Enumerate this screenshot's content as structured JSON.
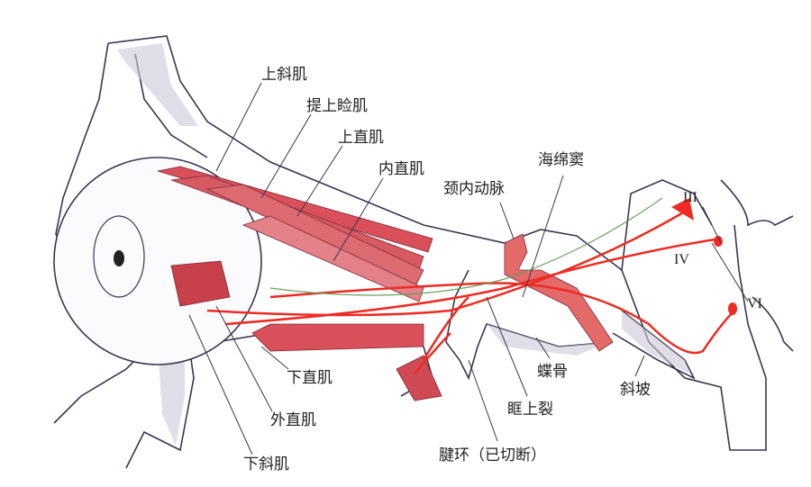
{
  "labels": {
    "superior_oblique": "上斜肌",
    "levator": "提上睑肌",
    "superior_rectus": "上直肌",
    "medial_rectus": "内直肌",
    "internal_carotid": "颈内动脉",
    "cavernous_sinus": "海绵窦",
    "nerve_iii": "III",
    "nerve_iv": "IV",
    "nerve_vi": "VI",
    "sphenoid": "蝶骨",
    "clivus": "斜坡",
    "superior_orbital_fissure": "眶上裂",
    "tendinous_ring": "腱环（已切断）",
    "inferior_rectus": "下直肌",
    "lateral_rectus": "外直肌",
    "inferior_oblique": "下斜肌"
  },
  "colors": {
    "muscle": "#d9505a",
    "nerve": "#ee2a22",
    "line": "#3a3550",
    "vessel": "#e46a6a"
  }
}
